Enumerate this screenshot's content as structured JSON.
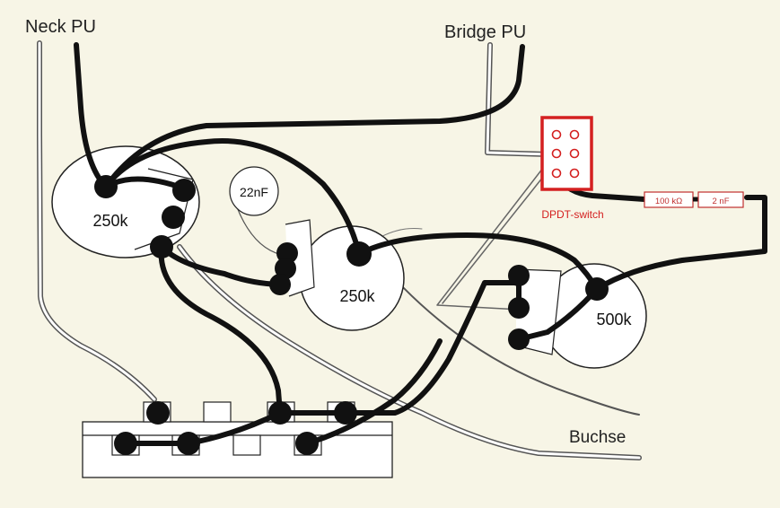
{
  "labels": {
    "neck_pu": "Neck PU",
    "bridge_pu": "Bridge PU",
    "pot_left": "250k",
    "pot_middle": "250k",
    "pot_right": "500k",
    "capacitor": "22nF",
    "switch_name": "DPDT-switch",
    "resistor": "100 kΩ",
    "cap_small": "2 nF",
    "jack": "Buchse"
  },
  "colors": {
    "background": "#f7f5e6",
    "wire": "#111111",
    "highlight": "#d42020"
  }
}
